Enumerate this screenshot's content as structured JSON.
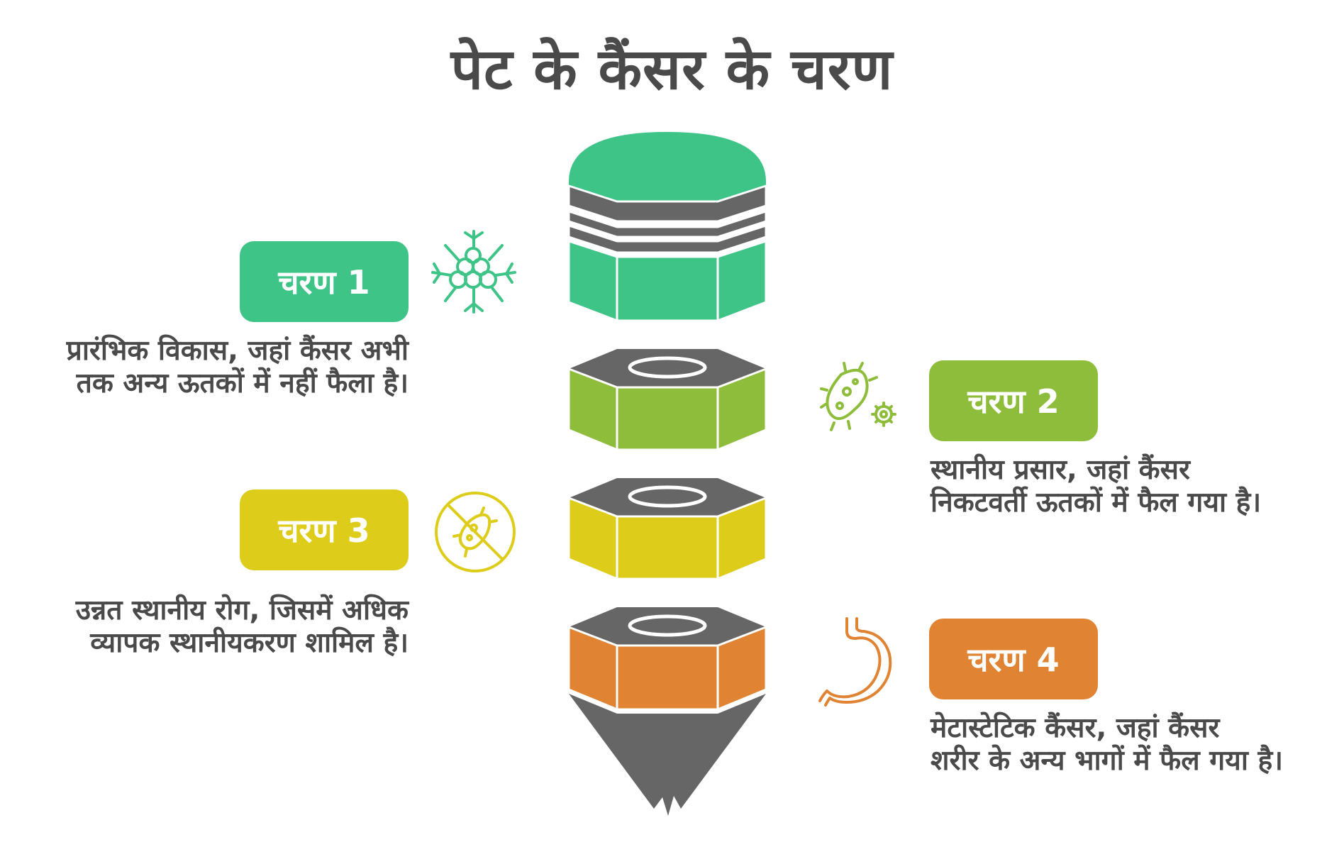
{
  "title": "पेट के कैंसर के चरण",
  "colors": {
    "stage1": "#3ec487",
    "stage2": "#8ebd3c",
    "stage3": "#ddcc1a",
    "stage4": "#e08332",
    "dark": "#666666"
  },
  "stages": [
    {
      "label": "चरण 1",
      "description_lines": [
        "प्रारंभिक विकास, जहां कैंसर अभी",
        "तक अन्य ऊतकों में नहीं फैला है।"
      ],
      "icon": "cell-cluster-icon"
    },
    {
      "label": "चरण 2",
      "description_lines": [
        "स्थानीय प्रसार, जहां कैंसर",
        "निकटवर्ती ऊतकों में फैल गया है।"
      ],
      "icon": "bacteria-gear-icon"
    },
    {
      "label": "चरण 3",
      "description_lines": [
        "उन्नत स्थानीय रोग, जिसमें अधिक",
        "व्यापक स्थानीयकरण शामिल है।"
      ],
      "icon": "no-bacteria-icon"
    },
    {
      "label": "चरण 4",
      "description_lines": [
        "मेटास्टेटिक कैंसर, जहां कैंसर",
        "शरीर के अन्य भागों में फैल गया है।"
      ],
      "icon": "stomach-icon"
    }
  ]
}
